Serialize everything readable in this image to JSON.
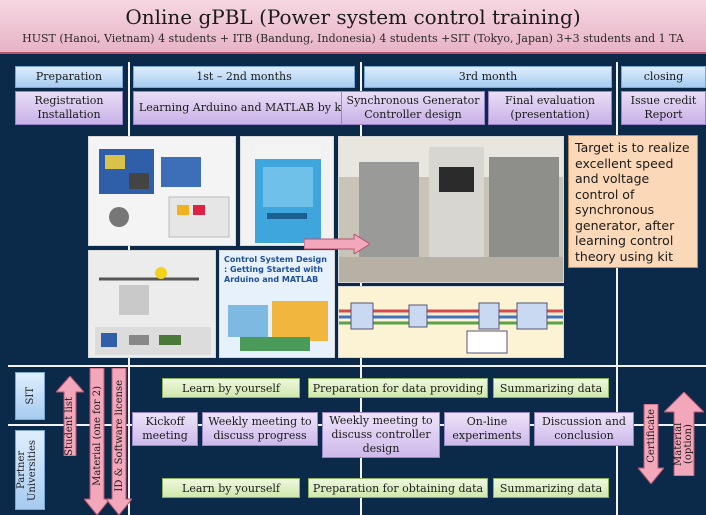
{
  "header": {
    "title": "Online gPBL (Power system control training)",
    "subtitle": "HUST (Hanoi, Vietnam) 4 students + ITB (Bandung, Indonesia) 4 students +SIT (Tokyo, Japan) 3+3 students and 1 TA"
  },
  "phases": {
    "preparation": "Preparation",
    "months12": "1st – 2nd months",
    "month3": "3rd month",
    "closing": "closing"
  },
  "tasks": {
    "registration": "Registration Installation",
    "learning_arduino": "Learning Arduino and MATLAB by kit",
    "sync_gen": "Synchronous Generator Controller design",
    "final_eval": "Final evaluation (presentation)",
    "issue_credit": "Issue credit Report"
  },
  "target_text": "Target is to realize excellent speed and voltage control of synchronous generator, after learning control theory using kit",
  "book": {
    "title": "Control System Design : Getting Started with Arduino and MATLAB"
  },
  "side_labels": {
    "sit": "SIT",
    "partner": "Partner Universities"
  },
  "arrows": {
    "student_list": "Student list",
    "material": "Material (one for 2)",
    "id_license": "ID & Software license",
    "certificate": "Certificate",
    "material_option": "Material (option)"
  },
  "sit_row": {
    "learn": "Learn by yourself",
    "prep_data": "Preparation for data providing",
    "summarize": "Summarizing data"
  },
  "middle_row": {
    "kickoff": "Kickoff meeting",
    "weekly_progress": "Weekly meeting to discuss progress",
    "weekly_controller": "Weekly meeting to discuss controller design",
    "online_exp": "On-line experiments",
    "discussion": "Discussion and conclusion"
  },
  "partner_row": {
    "learn": "Learn by yourself",
    "prep_obtain": "Preparation for obtaining data",
    "summarize": "Summarizing data"
  },
  "colors": {
    "background": "#0b2a4a",
    "header": "#f0c6d5",
    "phase": "#bcd9f5",
    "task": "#d6c4ef",
    "green_task": "#dcefc2",
    "target_box": "#fbd8b8",
    "arrow": "#f2a7bb"
  }
}
